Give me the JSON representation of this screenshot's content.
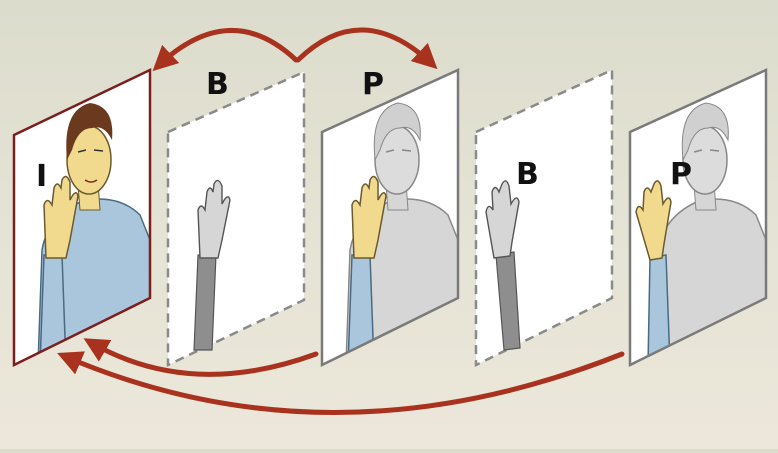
{
  "frames": [
    {
      "type_label": "I",
      "role": "intra-frame",
      "content": "full-color-person-waving"
    },
    {
      "type_label": "B",
      "role": "bidirectional-frame",
      "content": "hand-only"
    },
    {
      "type_label": "P",
      "role": "predicted-frame",
      "content": "person-with-colored-hand"
    },
    {
      "type_label": "B",
      "role": "bidirectional-frame",
      "content": "hand-only"
    },
    {
      "type_label": "P",
      "role": "predicted-frame",
      "content": "person-with-colored-hand"
    }
  ],
  "colors": {
    "arrow": "#a8321e",
    "i_frame_border": "#7a1e1e",
    "solid_frame_border": "#7a7a7a",
    "dashed_frame_border": "#8a8a8a",
    "skin": "#f1d98e",
    "shirt": "#a9c6dc",
    "hair": "#6b3a1e",
    "gray_figure": "#d6d6d6",
    "gray_sleeve": "#8e8e8e"
  }
}
